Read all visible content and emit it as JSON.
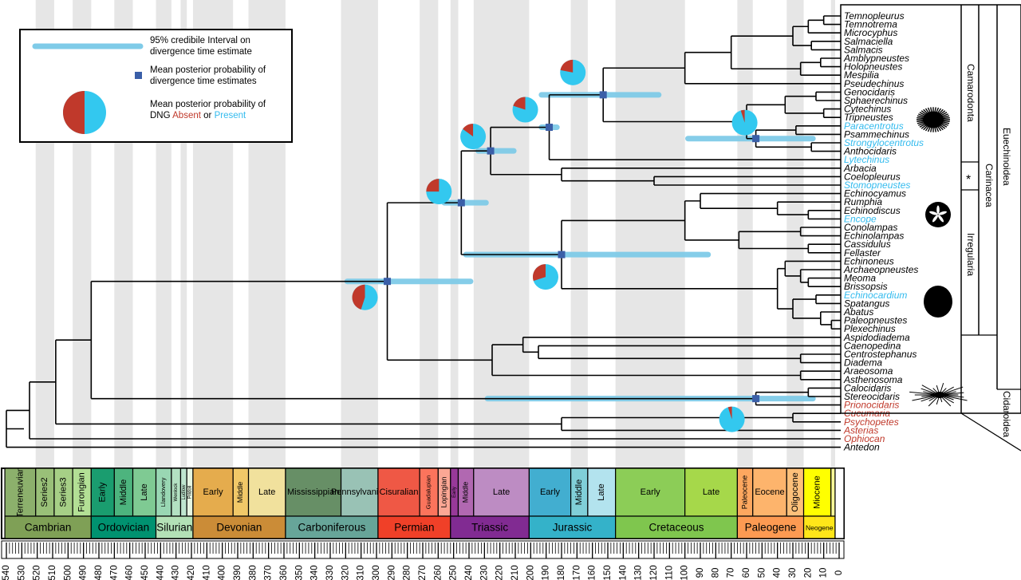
{
  "legend": {
    "ci_label_line1": "95% credibile Interval on",
    "ci_label_line2": "divergence time estimate",
    "mean_label_line1": "Mean posterior probability of",
    "mean_label_line2": "divergence time estimates",
    "pie_label_line1": "Mean posterior probability of",
    "pie_label_line2_prefix": "DNG ",
    "pie_label_absent": "Absent",
    "pie_label_or": " or ",
    "pie_label_present": "Present"
  },
  "colors": {
    "absent": "#c0392b",
    "present": "#33c8ef",
    "ci_bar": "#7fcbe8",
    "mean_marker": "#3a5fa8",
    "grid_band": "#e6e6e6",
    "branch": "#000000"
  },
  "time_axis": {
    "unit": "Ma",
    "min": 0,
    "max": 540,
    "ticks": [
      540,
      530,
      520,
      510,
      500,
      490,
      480,
      470,
      460,
      450,
      440,
      430,
      420,
      410,
      400,
      390,
      380,
      370,
      360,
      350,
      340,
      330,
      320,
      310,
      300,
      290,
      280,
      270,
      260,
      250,
      240,
      230,
      220,
      210,
      200,
      190,
      180,
      170,
      160,
      150,
      140,
      130,
      120,
      110,
      100,
      90,
      80,
      70,
      60,
      50,
      40,
      30,
      20,
      10,
      0
    ]
  },
  "taxa": [
    {
      "name": "Temnopleurus",
      "color": "black"
    },
    {
      "name": "Temnotrema",
      "color": "black"
    },
    {
      "name": "Microcyphus",
      "color": "black"
    },
    {
      "name": "Salmaciella",
      "color": "black"
    },
    {
      "name": "Salmacis",
      "color": "black"
    },
    {
      "name": "Amblypneustes",
      "color": "black"
    },
    {
      "name": "Holopneustes",
      "color": "black"
    },
    {
      "name": "Mespilia",
      "color": "black"
    },
    {
      "name": "Pseudechinus",
      "color": "black"
    },
    {
      "name": "Genocidaris",
      "color": "black"
    },
    {
      "name": "Sphaerechinus",
      "color": "black"
    },
    {
      "name": "Cytechinus",
      "color": "black"
    },
    {
      "name": "Tripneustes",
      "color": "black"
    },
    {
      "name": "Paracentrotus",
      "color": "blue"
    },
    {
      "name": "Psammechinus",
      "color": "black"
    },
    {
      "name": "Strongylocentrotus",
      "color": "blue"
    },
    {
      "name": "Anthocidaris",
      "color": "black"
    },
    {
      "name": "Lytechinus",
      "color": "blue"
    },
    {
      "name": "Arbacia",
      "color": "black"
    },
    {
      "name": "Coelopleurus",
      "color": "black"
    },
    {
      "name": "Stomopneustes",
      "color": "blue"
    },
    {
      "name": "Echinocyamus",
      "color": "black"
    },
    {
      "name": "Rumphia",
      "color": "black"
    },
    {
      "name": "Echinodiscus",
      "color": "black"
    },
    {
      "name": "Encope",
      "color": "blue"
    },
    {
      "name": "Conolampas",
      "color": "black"
    },
    {
      "name": "Echinolampas",
      "color": "black"
    },
    {
      "name": "Cassidulus",
      "color": "black"
    },
    {
      "name": "Fellaster",
      "color": "black"
    },
    {
      "name": "Echinoneus",
      "color": "black"
    },
    {
      "name": "Archaeopneustes",
      "color": "black"
    },
    {
      "name": "Meoma",
      "color": "black"
    },
    {
      "name": "Brissopsis",
      "color": "black"
    },
    {
      "name": "Echinocardium",
      "color": "blue"
    },
    {
      "name": "Spatangus",
      "color": "black"
    },
    {
      "name": "Abatus",
      "color": "black"
    },
    {
      "name": "Paleopneustes",
      "color": "black"
    },
    {
      "name": "Plexechinus",
      "color": "black"
    },
    {
      "name": "Aspidodiadema",
      "color": "black"
    },
    {
      "name": "Caenopedina",
      "color": "black"
    },
    {
      "name": "Centrostephanus",
      "color": "black"
    },
    {
      "name": "Diadema",
      "color": "black"
    },
    {
      "name": "Araeosoma",
      "color": "black"
    },
    {
      "name": "Asthenosoma",
      "color": "black"
    },
    {
      "name": "Calocidaris",
      "color": "black"
    },
    {
      "name": "Stereocidaris",
      "color": "black"
    },
    {
      "name": "Prionocidaris",
      "color": "red"
    },
    {
      "name": "Cucumaria",
      "color": "red"
    },
    {
      "name": "Psychopetes",
      "color": "red"
    },
    {
      "name": "Asterias",
      "color": "red"
    },
    {
      "name": "Ophiocan",
      "color": "red"
    },
    {
      "name": "Antedon",
      "color": "black"
    }
  ],
  "clades": {
    "camarodonta": "Camarodonta",
    "carinacea": "Carinacea",
    "irregularia": "Irregularia",
    "euechinoidea": "Euechinoidea",
    "cidaroidea": "Cidaroidea",
    "asterisk": "*"
  },
  "divergence_nodes": [
    {
      "age": 293,
      "ci_min": 319,
      "ci_max": 239,
      "absent_fraction": 0.45
    },
    {
      "age": 245,
      "ci_min": 256,
      "ci_max": 229,
      "absent_fraction": 0.25
    },
    {
      "age": 226,
      "ci_min": 234,
      "ci_max": 211,
      "absent_fraction": 0.15
    },
    {
      "age": 188,
      "ci_min": 193,
      "ci_max": 183,
      "absent_fraction": 0.2
    },
    {
      "age": 153,
      "ci_min": 193,
      "ci_max": 117,
      "absent_fraction": 0.22
    },
    {
      "age": 54,
      "ci_min": 98,
      "ci_max": 17,
      "absent_fraction": 0.05
    },
    {
      "age": 180,
      "ci_min": 242,
      "ci_max": 85,
      "absent_fraction": 0.3
    },
    {
      "age": 54,
      "ci_min": 228,
      "ci_max": 17,
      "absent_fraction": 0.05
    }
  ],
  "periods": [
    {
      "name": "Cambrian",
      "start": 541,
      "end": 485,
      "color": "#7fa056"
    },
    {
      "name": "Ordovician",
      "start": 485,
      "end": 443,
      "color": "#009270"
    },
    {
      "name": "Silurian",
      "start": 443,
      "end": 419,
      "color": "#b3e1b6"
    },
    {
      "name": "Devonian",
      "start": 419,
      "end": 359,
      "color": "#cb8c37"
    },
    {
      "name": "Carboniferous",
      "start": 359,
      "end": 299,
      "color": "#67a599"
    },
    {
      "name": "Permian",
      "start": 299,
      "end": 252,
      "color": "#f04028"
    },
    {
      "name": "Triassic",
      "start": 252,
      "end": 201,
      "color": "#812b92"
    },
    {
      "name": "Jurassic",
      "start": 201,
      "end": 145,
      "color": "#34b2c9"
    },
    {
      "name": "Cretaceous",
      "start": 145,
      "end": 66,
      "color": "#7fc64e"
    },
    {
      "name": "Paleogene",
      "start": 66,
      "end": 23,
      "color": "#fd9a52"
    },
    {
      "name": "Neogene",
      "start": 23,
      "end": 2.6,
      "color": "#ffe619"
    }
  ],
  "epochs": [
    {
      "name": "Terreneuvian",
      "start": 541,
      "end": 521,
      "color": "#8cb06c"
    },
    {
      "name": "Series2",
      "start": 521,
      "end": 509,
      "color": "#99c078"
    },
    {
      "name": "Series3",
      "start": 509,
      "end": 497,
      "color": "#a6cf86"
    },
    {
      "name": "Furongian",
      "start": 497,
      "end": 485,
      "color": "#b3e095"
    },
    {
      "name": "Early",
      "start": 485,
      "end": 470,
      "color": "#1a9d6f"
    },
    {
      "name": "Middle",
      "start": 470,
      "end": 458,
      "color": "#4db47e"
    },
    {
      "name": "Late",
      "start": 458,
      "end": 443,
      "color": "#7fca93"
    },
    {
      "name": "Llandovery",
      "start": 443,
      "end": 433,
      "color": "#99d7b3"
    },
    {
      "name": "Wenlock",
      "start": 433,
      "end": 427,
      "color": "#b3e1c2"
    },
    {
      "name": "Ludlow",
      "start": 427,
      "end": 423,
      "color": "#bfe6cf"
    },
    {
      "name": "Pridoli",
      "start": 423,
      "end": 419,
      "color": "#e6f5e1"
    },
    {
      "name": "Early",
      "start": 419,
      "end": 393,
      "color": "#e5ac4d"
    },
    {
      "name": "Middle",
      "start": 393,
      "end": 383,
      "color": "#f1c868"
    },
    {
      "name": "Late",
      "start": 383,
      "end": 359,
      "color": "#f1e19d"
    },
    {
      "name": "Mississippian",
      "start": 359,
      "end": 323,
      "color": "#678f66"
    },
    {
      "name": "Pennsylvanian",
      "start": 323,
      "end": 299,
      "color": "#99c2b5"
    },
    {
      "name": "Cisuralian",
      "start": 299,
      "end": 272,
      "color": "#ef5845"
    },
    {
      "name": "Guadalupian",
      "start": 272,
      "end": 260,
      "color": "#fb745c"
    },
    {
      "name": "Lopingian",
      "start": 260,
      "end": 252,
      "color": "#fba794"
    },
    {
      "name": "Early",
      "start": 252,
      "end": 247,
      "color": "#983999"
    },
    {
      "name": "Middle",
      "start": 247,
      "end": 237,
      "color": "#b168b1"
    },
    {
      "name": "Late",
      "start": 237,
      "end": 201,
      "color": "#bd8cc3"
    },
    {
      "name": "Early",
      "start": 201,
      "end": 174,
      "color": "#42aed0"
    },
    {
      "name": "Middle",
      "start": 174,
      "end": 163,
      "color": "#80cfd8"
    },
    {
      "name": "Late",
      "start": 163,
      "end": 145,
      "color": "#b3e3ee"
    },
    {
      "name": "Early",
      "start": 145,
      "end": 100,
      "color": "#8ccd57"
    },
    {
      "name": "Late",
      "start": 100,
      "end": 66,
      "color": "#a6d84a"
    },
    {
      "name": "Paleocene",
      "start": 66,
      "end": 56,
      "color": "#fda75f"
    },
    {
      "name": "Eocene",
      "start": 56,
      "end": 34,
      "color": "#fdb46c"
    },
    {
      "name": "Oligocene",
      "start": 34,
      "end": 23,
      "color": "#fdc07a"
    },
    {
      "name": "Miocene",
      "start": 23,
      "end": 5.3,
      "color": "#ffff00"
    },
    {
      "name": "",
      "start": 5.3,
      "end": 2.6,
      "color": "#ffff99"
    }
  ]
}
